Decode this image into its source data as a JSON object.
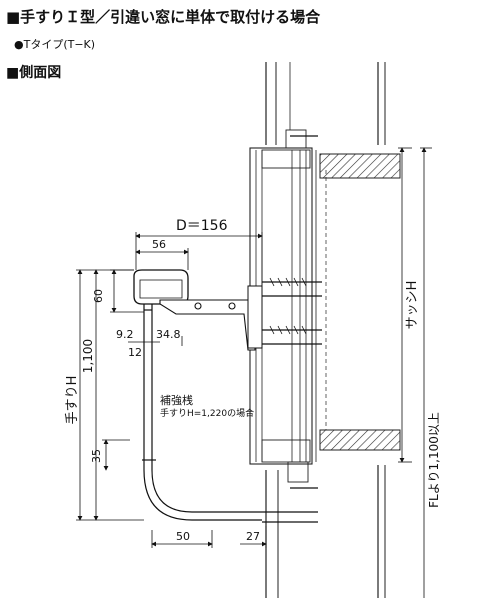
{
  "header": {
    "title": "■手すりＩ型／引違い窓に単体で取付ける場合",
    "subtitle": "●Tタイプ(T−K)",
    "section": "■側面図"
  },
  "dims": {
    "d_label": "D＝156",
    "d56": "56",
    "d60": "60",
    "d92": "9.2",
    "d348": "34.8",
    "d12": "12",
    "d1100": "1,100",
    "d35": "35",
    "d50": "50",
    "d27": "27",
    "handrail_h": "手すりH",
    "sash_h": "サッシH",
    "fl": "FLより1,100以上"
  },
  "notes": {
    "reinforce": "補強桟",
    "reinforce_sub": "手すりH=1,220の場合"
  }
}
